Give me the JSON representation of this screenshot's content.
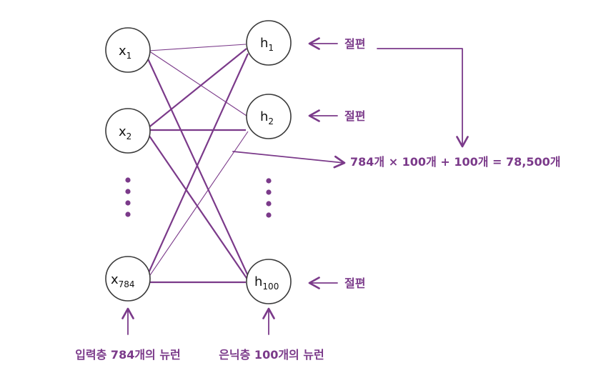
{
  "colors": {
    "accent": "#7b3a8a",
    "node_stroke": "#3a3a3a",
    "text": "#111111"
  },
  "input_nodes": [
    {
      "base": "x",
      "sub": "1"
    },
    {
      "base": "x",
      "sub": "2"
    },
    {
      "base": "x",
      "sub": "784"
    }
  ],
  "hidden_nodes": [
    {
      "base": "h",
      "sub": "1"
    },
    {
      "base": "h",
      "sub": "2"
    },
    {
      "base": "h",
      "sub": "100"
    }
  ],
  "bias_label": "절편",
  "formula": "784개 × 100개 + 100개 = 78,500개",
  "input_layer_caption": "입력층 784개의 뉴런",
  "hidden_layer_caption": "은닉층 100개의 뉴런"
}
